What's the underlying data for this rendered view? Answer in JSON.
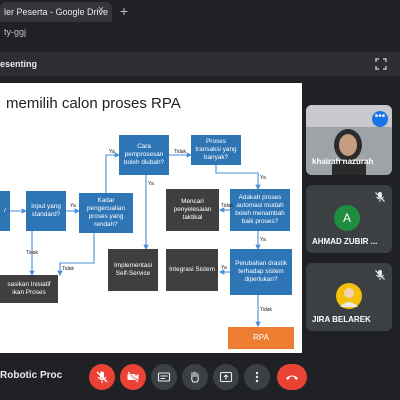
{
  "browser": {
    "tab_title": "ler Peserta - Google Drive",
    "tab_close_symbol": "×",
    "new_tab_symbol": "+",
    "url_fragment": "ty-ggj"
  },
  "meet": {
    "presenting_label": "esenting",
    "meeting_title": "Robotic Proc"
  },
  "slide": {
    "title": "memilih calon proses RPA",
    "boxes": {
      "left_partial": "/",
      "input_standard": "Input yang standard?",
      "kadar": "Kadar pengecualian proses yang rendah?",
      "cara": "Cara pemprosesan boleh diubah?",
      "proses_transaksi": "Proses transaksi yang banyak?",
      "mencari": "Mencari penyelesaian taktikal",
      "adakah": "Adakah proses automasi mudah boleh menambah baik proses?",
      "perubahan": "Perubahan drastik terhadap sistem diperlukan?",
      "implementasi": "Implementasi Self-Service",
      "integrasi": "Integrasi Sistem",
      "sasikan": "sasikan Inisiatif ikan Proses",
      "rpa": "RPA"
    },
    "labels": {
      "ya": "Ya",
      "tidak": "Tidak"
    }
  },
  "participants": [
    {
      "name": "khairah nazurah",
      "mic_muted": false
    },
    {
      "name": "AHMAD ZUBIR ...",
      "initial": "A",
      "mic_muted": true
    },
    {
      "name": "JIRA BELAREK",
      "mic_muted": true
    }
  ],
  "colors": {
    "slide_blue": "#2e75b6",
    "slide_dark": "#3f3f3f",
    "slide_orange": "#ed7d31",
    "end_call_red": "#ea4335",
    "avatar_green": "#1e8e3e",
    "tile_bg": "#3c4043"
  },
  "icons": {
    "controls": [
      "mic-off-icon",
      "camera-off-icon",
      "captions-icon",
      "raise-hand-icon",
      "present-icon",
      "more-icon",
      "end-call-icon"
    ]
  }
}
